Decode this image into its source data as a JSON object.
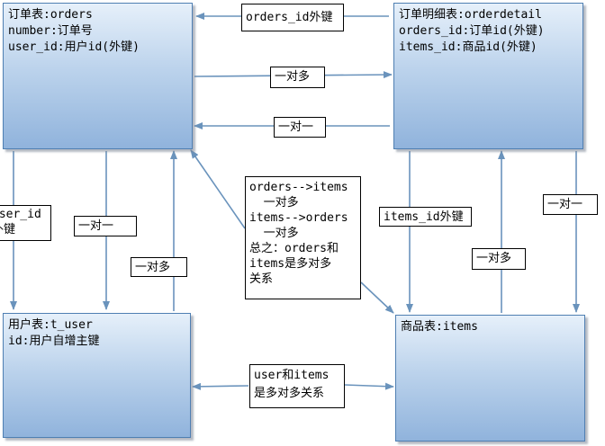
{
  "entities": {
    "orders": {
      "lines": [
        "订单表:orders",
        "number:订单号",
        "user_id:用户id(外键)"
      ]
    },
    "orderdetail": {
      "lines": [
        "订单明细表:orderdetail",
        "orders_id:订单id(外键)",
        "items_id:商品id(外键)"
      ]
    },
    "user": {
      "lines": [
        "用户表:t_user",
        "id:用户自增主键"
      ]
    },
    "items": {
      "lines": [
        "商品表:items"
      ]
    }
  },
  "labels": {
    "orders_id_fk": "orders_id外键",
    "orders_to_detail_one_to_many": "一对多",
    "detail_to_orders_one_to_one": "一对一",
    "user_id_fk": "user_id外键",
    "orders_to_user_one_to_one": "一对一",
    "user_to_orders_one_to_many": "一对多",
    "items_id_fk": "items_id外键",
    "items_to_detail_one_to_many": "一对多",
    "detail_to_items_one_to_one": "一对一",
    "user_items_relation": "user和items\n是多对多关系"
  },
  "note": {
    "lines": [
      "orders-->items",
      "  一对多",
      "items-->orders",
      "  一对多",
      "总之：orders和",
      "items是多对多",
      "关系"
    ]
  },
  "colors": {
    "arrow": "#6a93bc",
    "entity_border": "#4f7fb2",
    "entity_fill_top": "#e6f0fa",
    "entity_fill_bottom": "#90b3dc"
  }
}
